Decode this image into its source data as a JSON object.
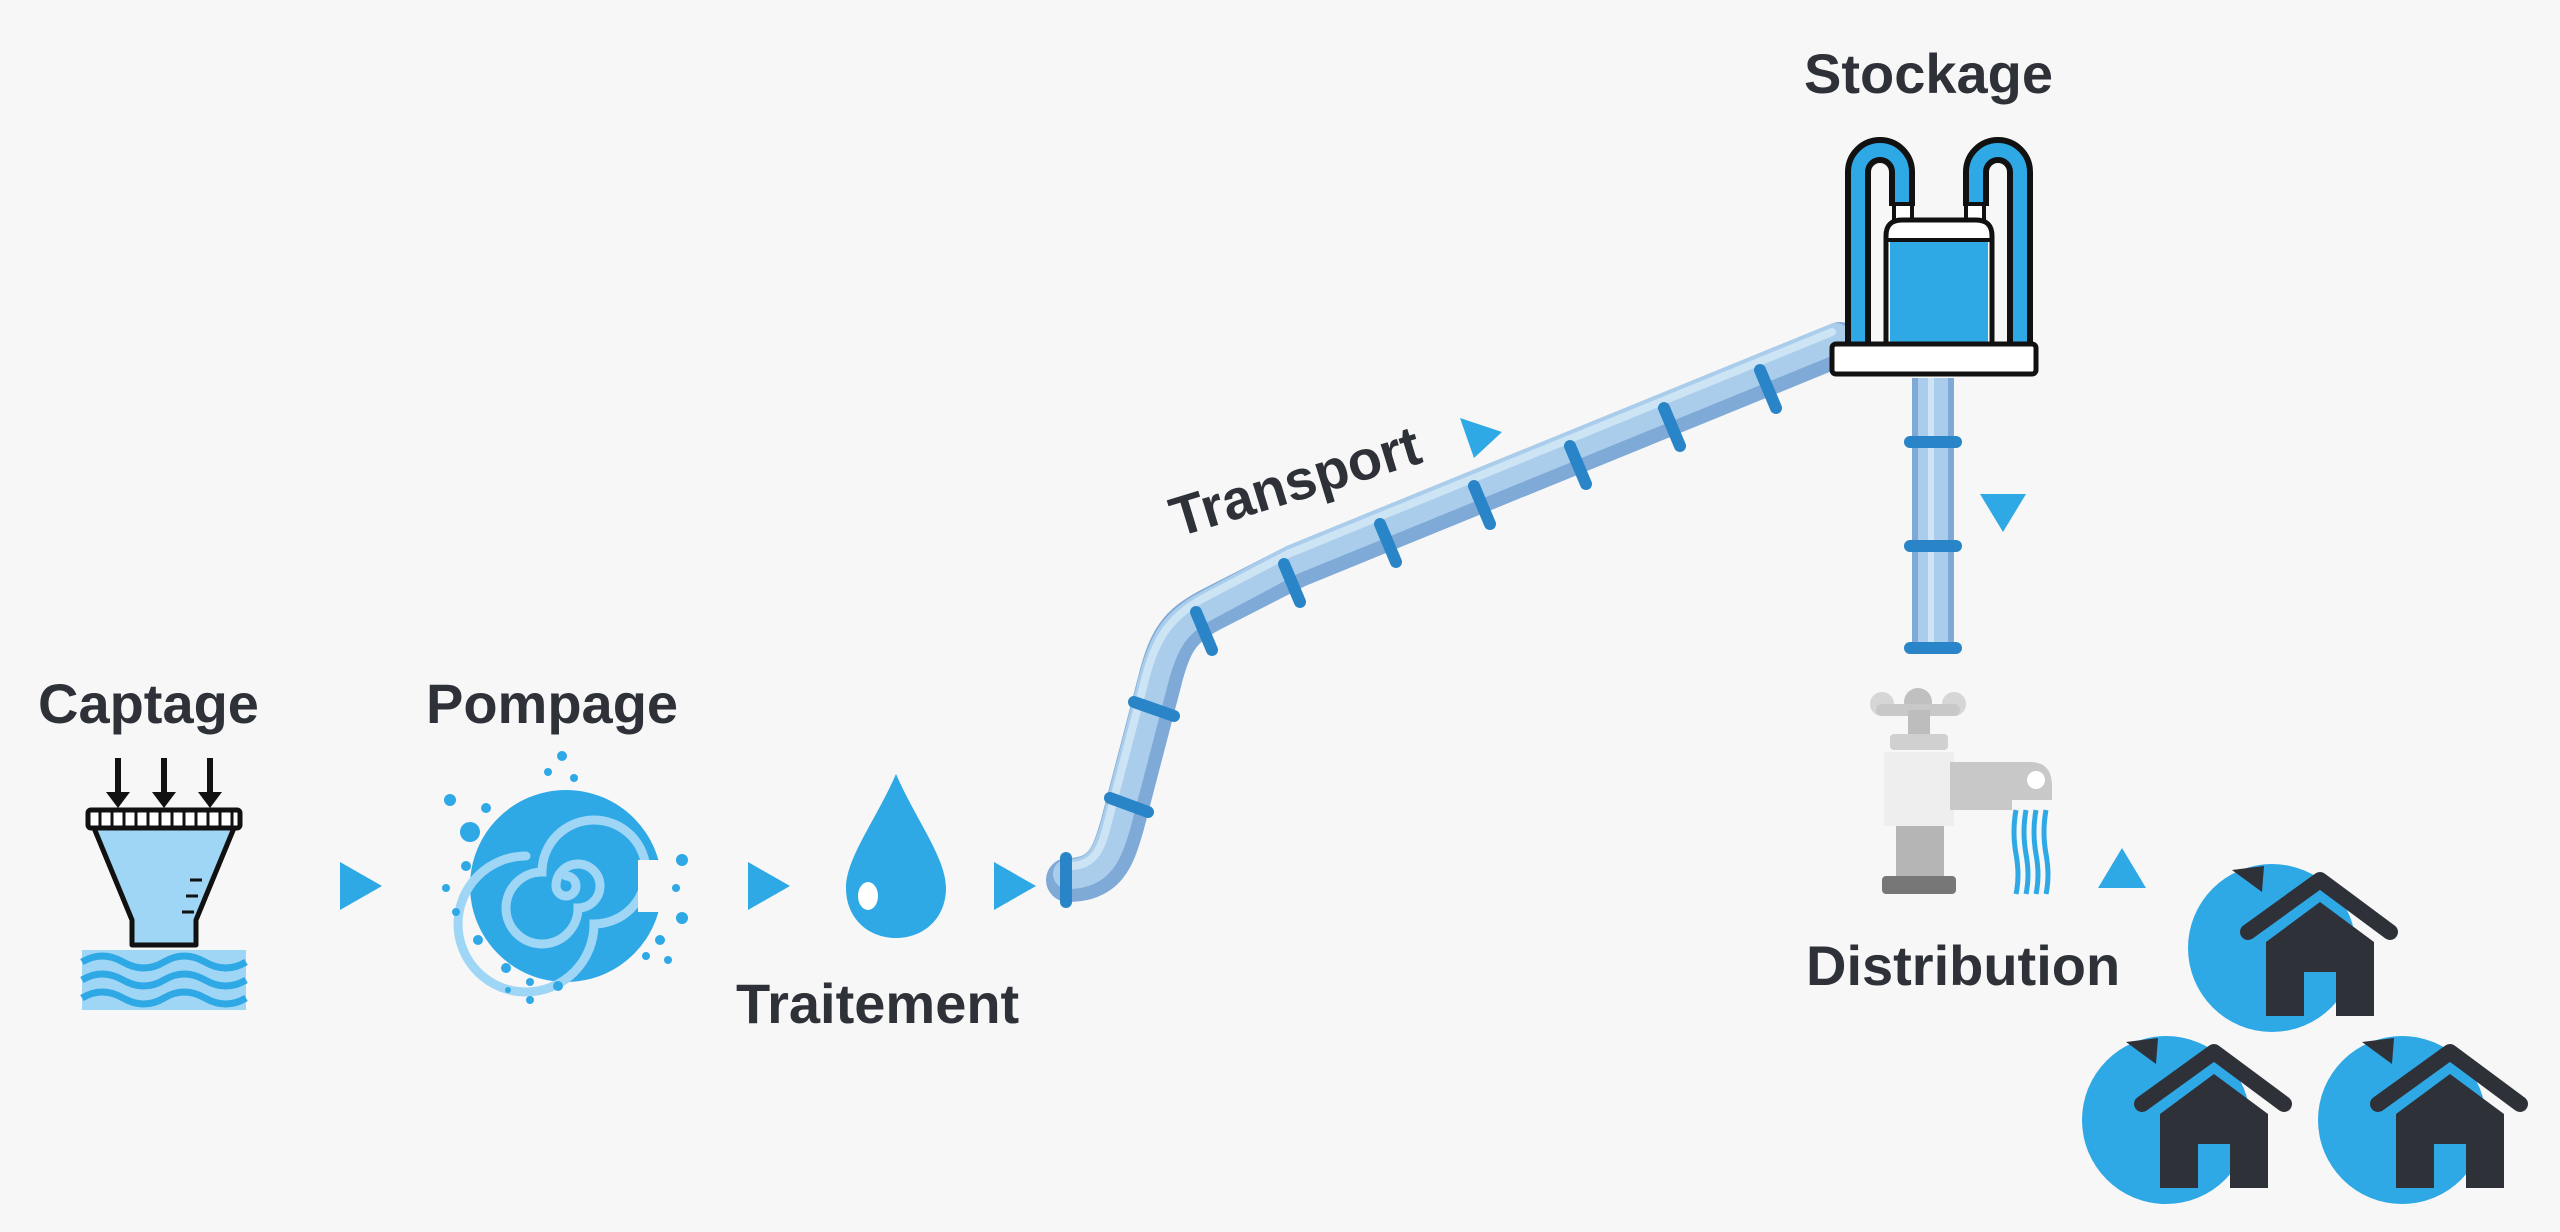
{
  "steps": {
    "captage": "Captage",
    "pompage": "Pompage",
    "traitement": "Traitement",
    "transport": "Transport",
    "stockage": "Stockage",
    "distribution": "Distribution"
  },
  "colors": {
    "background": "#f7f7f7",
    "label": "#2e3238",
    "accent_blue": "#2fa8e6",
    "light_blue": "#9fd6f5",
    "pipe": "#a9cdeb",
    "pipe_ring": "#2a85c8",
    "house": "#2e3238",
    "tap_gray": "#c8c8c8"
  },
  "icons": [
    "funnel-icon",
    "water-waves-icon",
    "down-arrows-icon",
    "spiral-pump-icon",
    "water-drop-icon",
    "pipe-icon",
    "water-tank-icon",
    "tap-icon",
    "house-icon",
    "flow-arrow-icon"
  ]
}
